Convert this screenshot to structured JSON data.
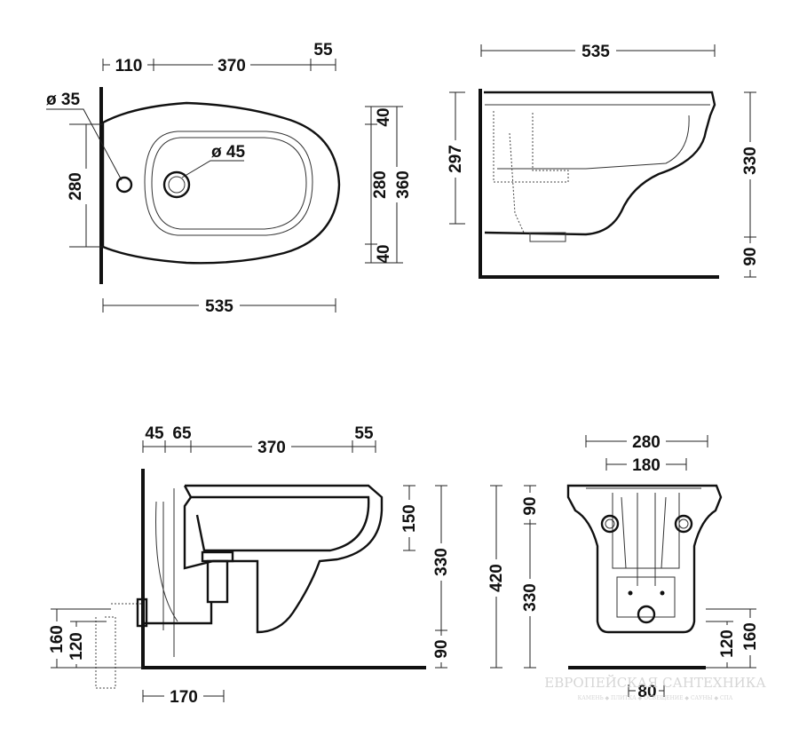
{
  "views": {
    "top": {
      "dims": [
        "110",
        "370",
        "55",
        "ø 35",
        "ø 45",
        "280",
        "280",
        "360",
        "40",
        "40",
        "535"
      ]
    },
    "side": {
      "dims": [
        "535",
        "297",
        "330",
        "90"
      ]
    },
    "section": {
      "dims": [
        "45",
        "65",
        "370",
        "55",
        "150",
        "330",
        "90",
        "160",
        "120",
        "170"
      ]
    },
    "back": {
      "dims": [
        "280",
        "180",
        "420",
        "90",
        "330",
        "120",
        "160",
        "80"
      ]
    }
  },
  "watermark": {
    "line1": "ЕВРОПЕЙСКАЯ САНТЕХНИКА",
    "line2": "КАМЕНЬ ◆ ПЛИТКА ◆ ОСВЕЩЕНИЕ ◆ САУНЫ ◆ СПА"
  }
}
